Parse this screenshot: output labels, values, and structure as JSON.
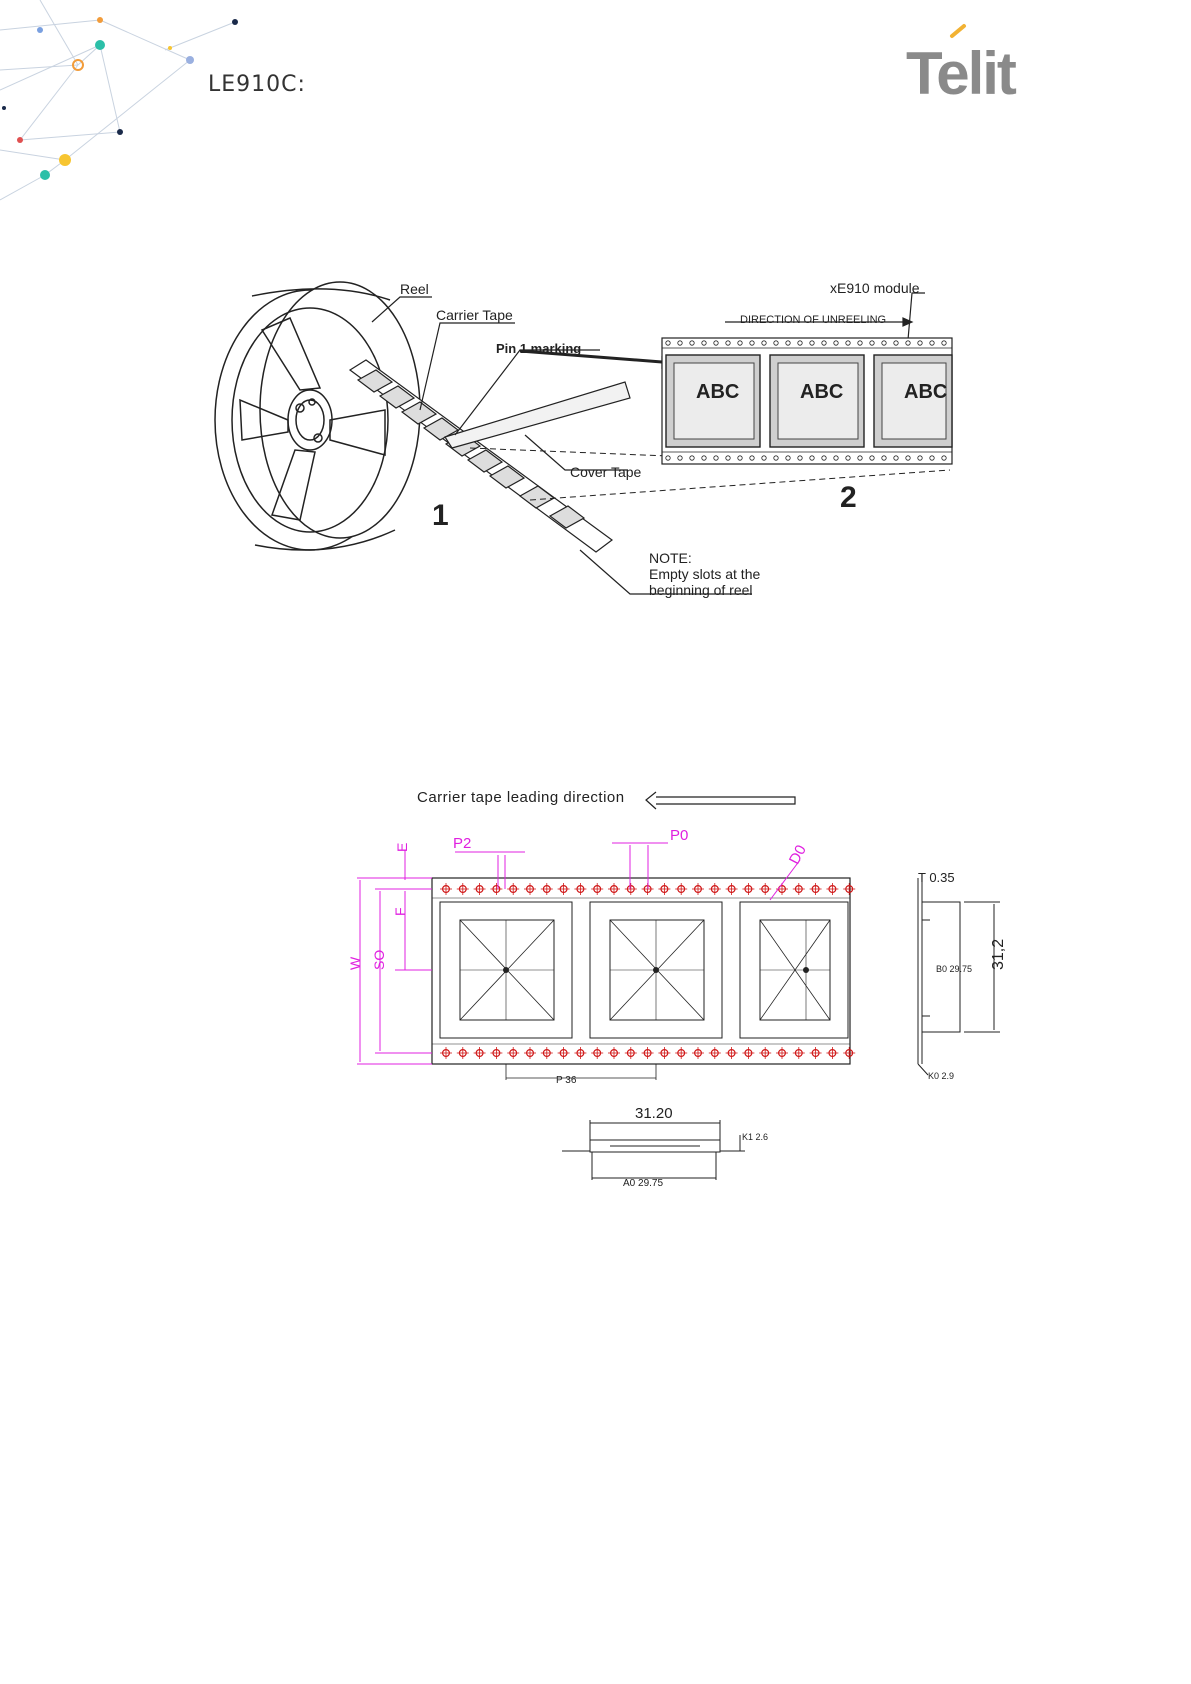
{
  "header": {
    "doc_title": "LE910C:",
    "brand": "Telit"
  },
  "figure_reel": {
    "reel_label": "Reel",
    "carrier_tape_label": "Carrier Tape",
    "pin1_label": "Pin 1 marking",
    "module_label": "xE910 module",
    "direction_label": "DIRECTION OF UNREELING",
    "chip_labels": [
      "ABC",
      "ABC",
      "ABC"
    ],
    "cover_tape_label": "Cover Tape",
    "callout_1": "1",
    "callout_2": "2",
    "note_lines": [
      "NOTE:",
      "Empty slots at the",
      "beginning of reel"
    ]
  },
  "figure_tape": {
    "leading_direction_label": "Carrier  tape  leading  direction",
    "dim_labels": {
      "P2": "P2",
      "P0": "P0",
      "D0": "D0",
      "E": "E",
      "F": "F",
      "W": "W",
      "S0": "SO",
      "P": "P  36",
      "T": "T  0.35",
      "B0": "B0  29.75",
      "total": "31,2",
      "K0": "K0  2.9",
      "width_top": "31.20",
      "K1": "K1  2.6",
      "A0": "A0  29.75"
    }
  },
  "colors": {
    "dimension": "#e020e0",
    "sprocket": "#d01818",
    "line": "#222222",
    "logo": "#8a8a8a",
    "accent": "#f2b233"
  }
}
